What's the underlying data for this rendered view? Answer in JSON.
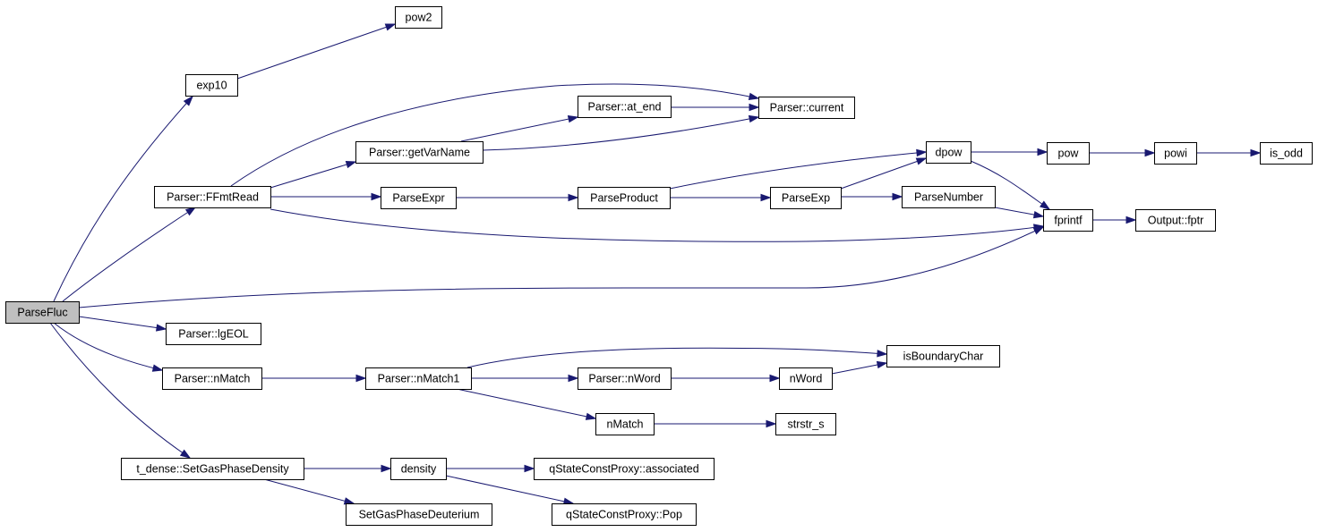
{
  "nodes": [
    {
      "id": "ParseFluc",
      "label": "ParseFluc",
      "root": true
    },
    {
      "id": "exp10",
      "label": "exp10"
    },
    {
      "id": "pow2",
      "label": "pow2"
    },
    {
      "id": "FFmtRead",
      "label": "Parser::FFmtRead"
    },
    {
      "id": "getVarName",
      "label": "Parser::getVarName"
    },
    {
      "id": "at_end",
      "label": "Parser::at_end"
    },
    {
      "id": "current",
      "label": "Parser::current"
    },
    {
      "id": "ParseExpr",
      "label": "ParseExpr"
    },
    {
      "id": "ParseProduct",
      "label": "ParseProduct"
    },
    {
      "id": "ParseExp",
      "label": "ParseExp"
    },
    {
      "id": "dpow",
      "label": "dpow"
    },
    {
      "id": "pow",
      "label": "pow"
    },
    {
      "id": "powi",
      "label": "powi"
    },
    {
      "id": "is_odd",
      "label": "is_odd"
    },
    {
      "id": "ParseNumber",
      "label": "ParseNumber"
    },
    {
      "id": "fprintf",
      "label": "fprintf"
    },
    {
      "id": "fptr",
      "label": "Output::fptr"
    },
    {
      "id": "lgEOL",
      "label": "Parser::lgEOL"
    },
    {
      "id": "nMatch_p",
      "label": "Parser::nMatch"
    },
    {
      "id": "nMatch1",
      "label": "Parser::nMatch1"
    },
    {
      "id": "nWord_p",
      "label": "Parser::nWord"
    },
    {
      "id": "nWord",
      "label": "nWord"
    },
    {
      "id": "isBoundaryChar",
      "label": "isBoundaryChar"
    },
    {
      "id": "nMatch",
      "label": "nMatch"
    },
    {
      "id": "strstr_s",
      "label": "strstr_s"
    },
    {
      "id": "SetGasPhaseDensity",
      "label": "t_dense::SetGasPhaseDensity"
    },
    {
      "id": "density",
      "label": "density"
    },
    {
      "id": "associated",
      "label": "qStateConstProxy::associated"
    },
    {
      "id": "Pop",
      "label": "qStateConstProxy::Pop"
    },
    {
      "id": "SetGasPhaseDeuterium",
      "label": "SetGasPhaseDeuterium"
    }
  ],
  "edges": [
    [
      "ParseFluc",
      "exp10"
    ],
    [
      "exp10",
      "pow2"
    ],
    [
      "ParseFluc",
      "FFmtRead"
    ],
    [
      "ParseFluc",
      "fprintf"
    ],
    [
      "ParseFluc",
      "lgEOL"
    ],
    [
      "ParseFluc",
      "nMatch_p"
    ],
    [
      "ParseFluc",
      "SetGasPhaseDensity"
    ],
    [
      "FFmtRead",
      "current"
    ],
    [
      "FFmtRead",
      "getVarName"
    ],
    [
      "FFmtRead",
      "ParseExpr"
    ],
    [
      "FFmtRead",
      "fprintf"
    ],
    [
      "getVarName",
      "at_end"
    ],
    [
      "getVarName",
      "current"
    ],
    [
      "at_end",
      "current"
    ],
    [
      "ParseExpr",
      "ParseProduct"
    ],
    [
      "ParseProduct",
      "dpow"
    ],
    [
      "ParseProduct",
      "ParseExp"
    ],
    [
      "ParseExp",
      "dpow"
    ],
    [
      "ParseExp",
      "ParseNumber"
    ],
    [
      "dpow",
      "pow"
    ],
    [
      "dpow",
      "fprintf"
    ],
    [
      "pow",
      "powi"
    ],
    [
      "powi",
      "is_odd"
    ],
    [
      "ParseNumber",
      "fprintf"
    ],
    [
      "fprintf",
      "fptr"
    ],
    [
      "nMatch_p",
      "nMatch1"
    ],
    [
      "nMatch1",
      "isBoundaryChar"
    ],
    [
      "nMatch1",
      "nWord_p"
    ],
    [
      "nMatch1",
      "nMatch"
    ],
    [
      "nWord_p",
      "nWord"
    ],
    [
      "nWord",
      "isBoundaryChar"
    ],
    [
      "nMatch",
      "strstr_s"
    ],
    [
      "SetGasPhaseDensity",
      "density"
    ],
    [
      "SetGasPhaseDensity",
      "SetGasPhaseDeuterium"
    ],
    [
      "density",
      "associated"
    ],
    [
      "density",
      "Pop"
    ]
  ]
}
